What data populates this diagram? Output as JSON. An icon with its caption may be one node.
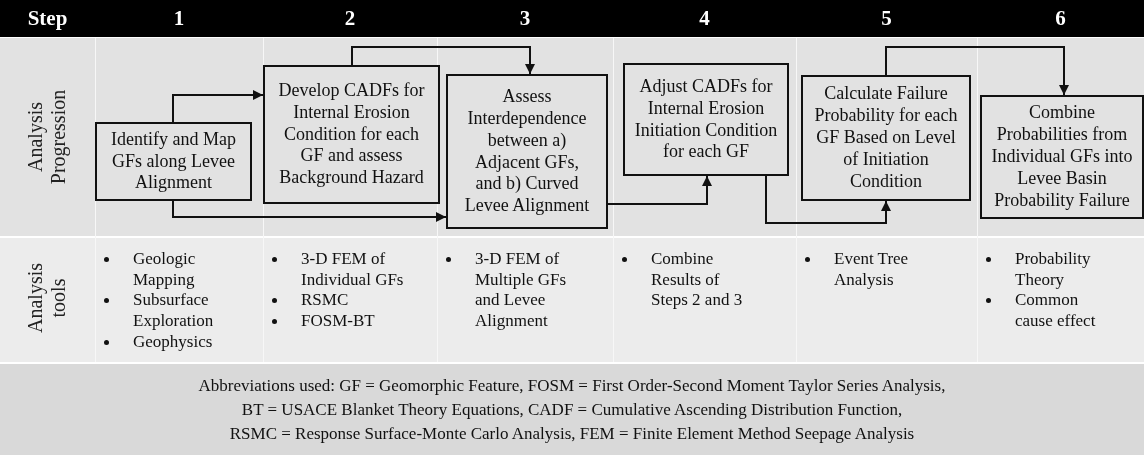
{
  "diagram": {
    "nodes": [
      {
        "text": [
          "Identify and Map GFs along Levee Alignment"
        ]
      },
      {
        "text": [
          "Develop CADFs for Internal Erosion Condition for each GF and assess Background Hazard"
        ]
      },
      {
        "text": [
          "Assess Interdependence between a) Adjacent GFs, and b) Curved Levee Alignment"
        ]
      },
      {
        "text": [
          "Adjust CADFs for Internal Erosion Initiation Condition for each GF"
        ]
      },
      {
        "text": [
          "Calculate Failure Probability for each GF Based on Level of Initiation Condition"
        ]
      },
      {
        "text": [
          "Combine Probabilities from Individual GFs into Levee Basin Probability Failure"
        ]
      }
    ],
    "edges": [
      {
        "from": 0,
        "to": 1,
        "arrow": "to"
      },
      {
        "from": 1,
        "to": 2,
        "arrow": "to"
      },
      {
        "from": 0,
        "to": 2,
        "arrow": "to"
      },
      {
        "from": 2,
        "to": 3,
        "arrow": "to"
      },
      {
        "from": 3,
        "to": 4,
        "arrow": "to"
      },
      {
        "from": 4,
        "to": 5,
        "arrow": "to"
      }
    ],
    "labels": [
      "Step",
      "1",
      "2",
      "3",
      "4",
      "5",
      "6",
      "Analysis Progression",
      "Analysis tools",
      "Geologic Mapping",
      "Subsurface Exploration",
      "Geophysics",
      "3-D FEM of Individual GFs",
      "RSMC",
      "FOSM-BT",
      "3-D FEM of Multiple GFs and Levee Alignment",
      "Combine Results of Steps 2 and 3",
      "Event Tree Analysis",
      "Probability Theory",
      "Common cause effect",
      "Abbreviations used: GF = Geomorphic Feature, FOSM = First Order-Second Moment Taylor Series Analysis,",
      "BT = USACE Blanket Theory Equations, CADF = Cumulative Ascending Distribution Function,",
      "RSMC = Response Surface-Monte Carlo Analysis, FEM = Finite Element Method Seepage Analysis"
    ]
  }
}
